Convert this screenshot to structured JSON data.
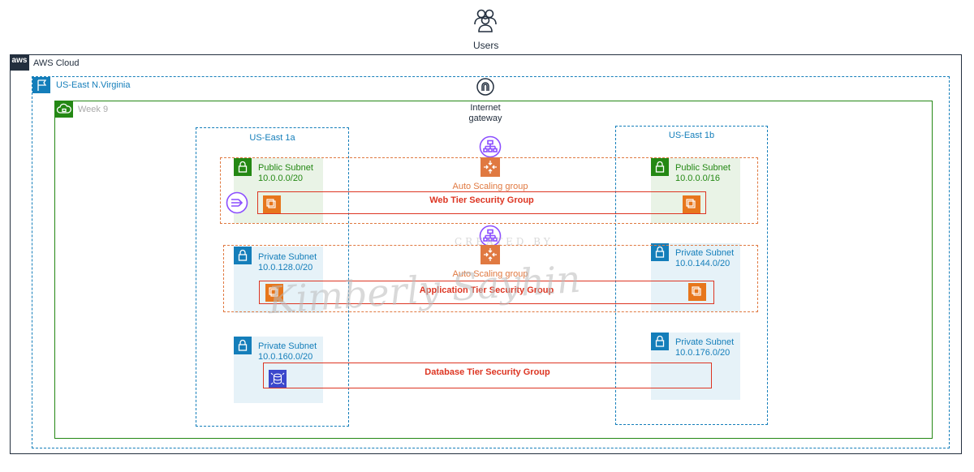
{
  "users": {
    "label": "Users",
    "icon": "users-icon"
  },
  "cloud": {
    "badge": "aws",
    "label": "AWS Cloud"
  },
  "region": {
    "label": "US-East N.Virginia"
  },
  "vpc": {
    "label": "Week 9"
  },
  "internet_gateway": {
    "label_line1": "Internet",
    "label_line2": "gateway"
  },
  "availability_zones": [
    {
      "label": "US-East 1a"
    },
    {
      "label": "US-East 1b"
    }
  ],
  "subnets": {
    "public_1a": {
      "name": "Public Subnet",
      "cidr": "10.0.0.0/20"
    },
    "public_1b": {
      "name": "Public Subnet",
      "cidr": "10.0.0.0/16"
    },
    "private_app_1a": {
      "name": "Private Subnet",
      "cidr": "10.0.128.0/20"
    },
    "private_app_1b": {
      "name": "Private Subnet",
      "cidr": "10.0.144.0/20"
    },
    "private_db_1a": {
      "name": "Private Subnet",
      "cidr": "10.0.160.0/20"
    },
    "private_db_1b": {
      "name": "Private Subnet",
      "cidr": "10.0.176.0/20"
    }
  },
  "auto_scaling_groups": [
    {
      "label": "Auto Scaling group"
    },
    {
      "label": "Auto Scaling group"
    }
  ],
  "security_groups": {
    "web": "Web Tier Security Group",
    "app": "Application Tier Security Group",
    "db": "Database Tier Security Group"
  },
  "watermark": {
    "line1": "CREATED BY",
    "line2": "Kimberly Sayhin"
  },
  "colors": {
    "aws_dark": "#232f3e",
    "region_blue": "#147eba",
    "vpc_green": "#248814",
    "asg_orange": "#e07941",
    "sg_red": "#dd3522",
    "ec2_orange": "#e7761c",
    "elb_purple": "#8c4fff",
    "db_blue": "#3b48cc"
  }
}
